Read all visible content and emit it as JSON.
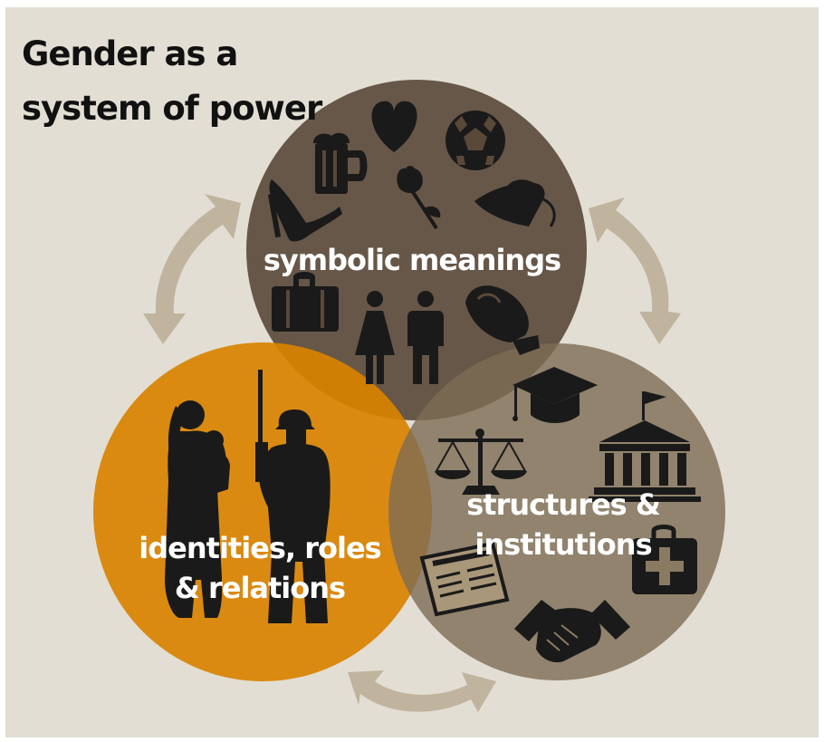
{
  "title": {
    "line1": "Gender as a",
    "line2": "system of power"
  },
  "circles": {
    "symbolic": {
      "label": "symbolic meanings"
    },
    "structures": {
      "line1": "structures &",
      "line2": "institutions"
    },
    "identities": {
      "line1": "identities, roles",
      "line2": "& relations"
    }
  },
  "colors": {
    "background": "#e2ded3",
    "symbolic_circle": "#5a4838",
    "structures_circle": "#8b7a62",
    "identities_circle": "#d98200",
    "arrow": "#c0b49f",
    "icon": "#1a1a1a"
  }
}
